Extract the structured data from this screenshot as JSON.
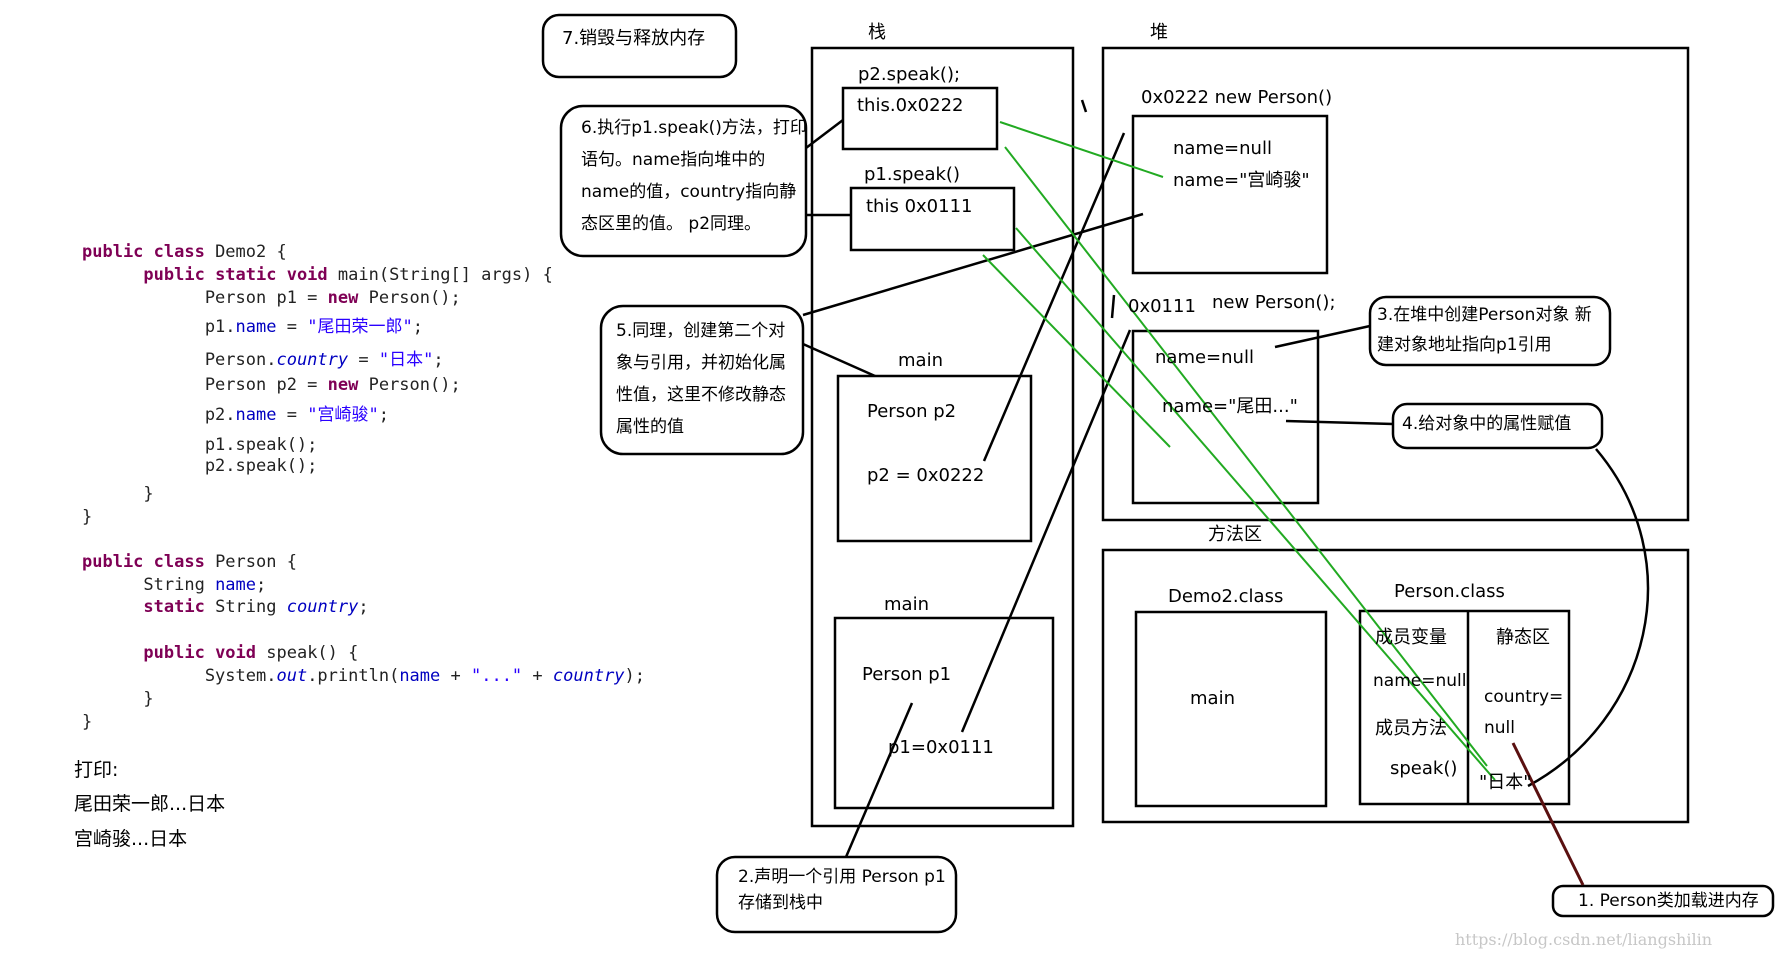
{
  "code": {
    "lines": [
      [
        {
          "c": "kw",
          "t": "public class "
        },
        {
          "c": "plain",
          "t": "Demo2 {"
        }
      ],
      [
        {
          "c": "plain",
          "t": "      "
        },
        {
          "c": "kw",
          "t": "public static void "
        },
        {
          "c": "plain",
          "t": "main(String[] args) {"
        }
      ],
      [
        {
          "c": "plain",
          "t": "            Person p1 = "
        },
        {
          "c": "kw",
          "t": "new "
        },
        {
          "c": "plain",
          "t": "Person();"
        }
      ],
      [
        {
          "c": "plain",
          "t": "            p1."
        },
        {
          "c": "fld",
          "t": "name"
        },
        {
          "c": "plain",
          "t": " = "
        },
        {
          "c": "str",
          "t": "\"尾田荣一郎\""
        },
        {
          "c": "plain",
          "t": ";"
        }
      ],
      [
        {
          "c": "plain",
          "t": "            Person."
        },
        {
          "c": "st",
          "t": "country"
        },
        {
          "c": "plain",
          "t": " = "
        },
        {
          "c": "str",
          "t": "\"日本\""
        },
        {
          "c": "plain",
          "t": ";"
        }
      ],
      [
        {
          "c": "plain",
          "t": "            Person p2 = "
        },
        {
          "c": "kw",
          "t": "new "
        },
        {
          "c": "plain",
          "t": "Person();"
        }
      ],
      [
        {
          "c": "plain",
          "t": "            p2."
        },
        {
          "c": "fld",
          "t": "name"
        },
        {
          "c": "plain",
          "t": " = "
        },
        {
          "c": "str",
          "t": "\"宫崎骏\""
        },
        {
          "c": "plain",
          "t": ";"
        }
      ],
      [
        {
          "c": "plain",
          "t": "            p1.speak();"
        }
      ],
      [
        {
          "c": "plain",
          "t": "            p2.speak();"
        }
      ],
      [
        {
          "c": "plain",
          "t": "      }"
        }
      ],
      [
        {
          "c": "plain",
          "t": "}"
        }
      ],
      [
        {
          "c": "plain",
          "t": ""
        }
      ],
      [
        {
          "c": "kw",
          "t": "public class "
        },
        {
          "c": "plain",
          "t": "Person {"
        }
      ],
      [
        {
          "c": "plain",
          "t": "      String "
        },
        {
          "c": "fld",
          "t": "name"
        },
        {
          "c": "plain",
          "t": ";"
        }
      ],
      [
        {
          "c": "plain",
          "t": "      "
        },
        {
          "c": "kw",
          "t": "static "
        },
        {
          "c": "plain",
          "t": "String "
        },
        {
          "c": "st",
          "t": "country"
        },
        {
          "c": "plain",
          "t": ";"
        }
      ],
      [
        {
          "c": "plain",
          "t": ""
        }
      ],
      [
        {
          "c": "plain",
          "t": "      "
        },
        {
          "c": "kw",
          "t": "public void "
        },
        {
          "c": "plain",
          "t": "speak() {"
        }
      ],
      [
        {
          "c": "plain",
          "t": "            System."
        },
        {
          "c": "st",
          "t": "out"
        },
        {
          "c": "plain",
          "t": ".println("
        },
        {
          "c": "fld",
          "t": "name"
        },
        {
          "c": "plain",
          "t": " + "
        },
        {
          "c": "str",
          "t": "\"...\""
        },
        {
          "c": "plain",
          "t": " + "
        },
        {
          "c": "st",
          "t": "country"
        },
        {
          "c": "plain",
          "t": ");"
        }
      ],
      [
        {
          "c": "plain",
          "t": "      }"
        }
      ],
      [
        {
          "c": "plain",
          "t": "}"
        }
      ]
    ]
  },
  "output": {
    "label": "打印:",
    "line1": "尾田荣一郎...日本",
    "line2": "宫崎骏...日本"
  },
  "regions": {
    "stack": "栈",
    "heap": "堆",
    "method_area": "方法区"
  },
  "stack": {
    "p2speak_label": "p2.speak();",
    "p2speak_this": "this.0x0222",
    "p1speak_label": "p1.speak()",
    "p1speak_this": "this 0x0111",
    "main_top_label": "main",
    "main_top_var": "Person p2",
    "main_top_val": "p2 = 0x0222",
    "main_bottom_label": "main",
    "main_bottom_var": "Person p1",
    "main_bottom_val": "p1=0x0111"
  },
  "heap": {
    "obj2_header": "0x0222  new Person()",
    "obj2_f1": "name=null",
    "obj2_f2": "name=\"宫崎骏\"",
    "obj1_addr": "0x0111",
    "obj1_new": "new Person();",
    "obj1_f1": "name=null",
    "obj1_f2": "name=\"尾田...\""
  },
  "method_area": {
    "demo2_title": "Demo2.class",
    "demo2_main": "main",
    "person_title": "Person.class",
    "member_vars": "成员变量",
    "name_null": "name=null",
    "member_methods": "成员方法",
    "speak": "speak()",
    "static_area": "静态区",
    "country_eq": "country=",
    "null_val": "null",
    "japan": "\"日本\""
  },
  "notes": {
    "n1": "1. Person类加载进内存",
    "n2": "2.声明一个引用 Person p1 存储到栈中",
    "n3": "3.在堆中创建Person对象 新建对象地址指向p1引用",
    "n4": "4.给对象中的属性赋值",
    "n5": "5.同理，创建第二个对象与引用，并初始化属性值，这里不修改静态属性的值",
    "n6": "6.执行p1.speak()方法，打印语句。name指向堆中的name的值，country指向静态区里的值。 p2同理。",
    "n7": "7.销毁与释放内存"
  },
  "watermark": "https://blog.csdn.net/liangshilin",
  "colors": {
    "ink": "#000000",
    "green": "#22aa22",
    "maroon": "#5a1010"
  }
}
